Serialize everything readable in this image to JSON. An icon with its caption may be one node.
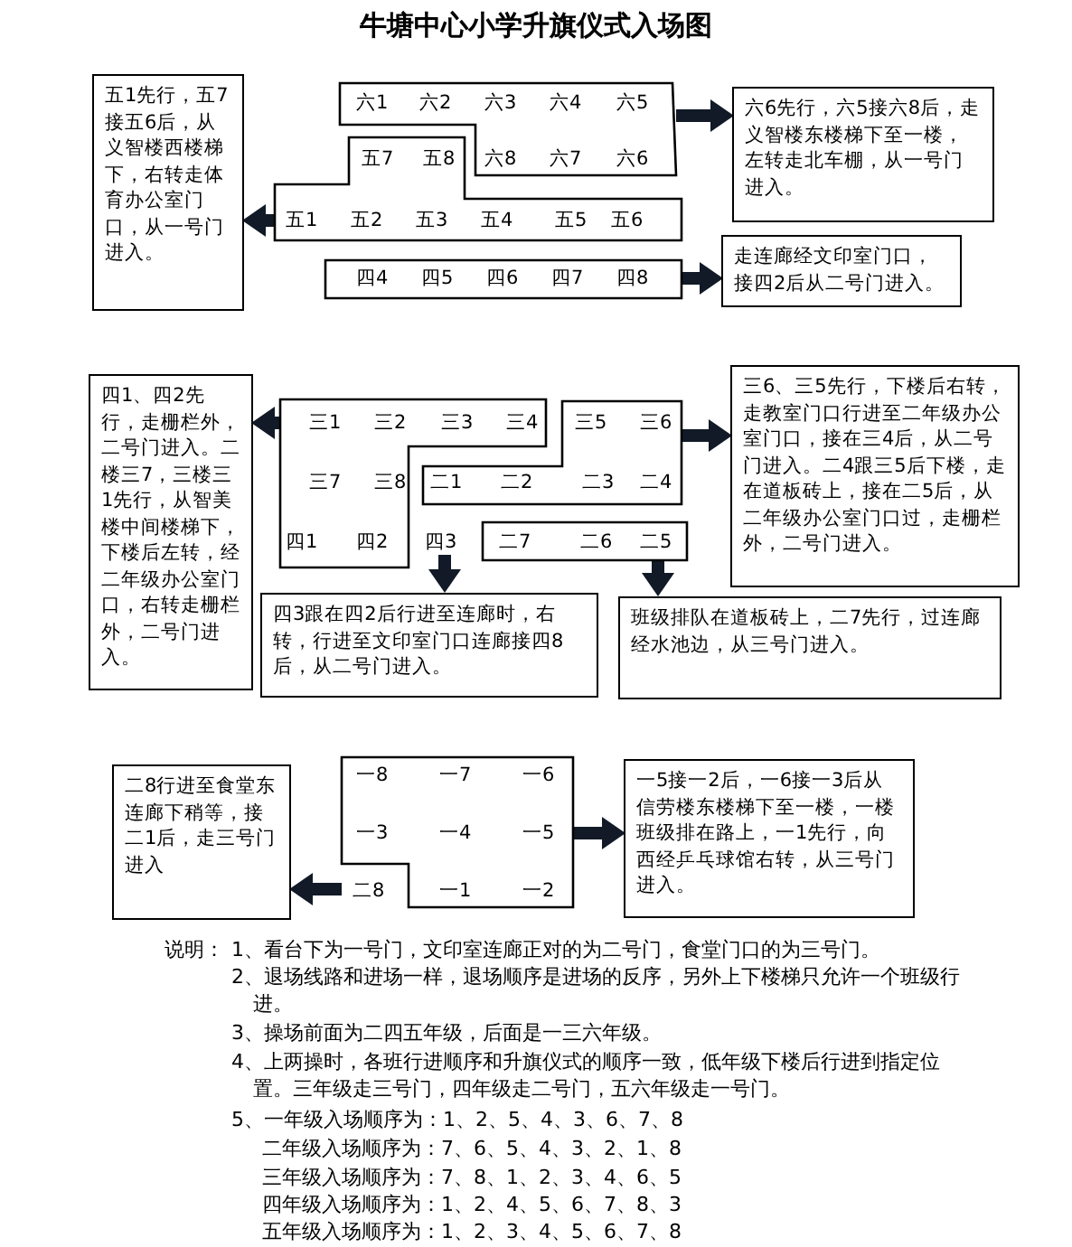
{
  "diagram": {
    "title": "牛塘中心小学升旗仪式入场图",
    "nodes": [
      {
        "text": [
          "五1先行，五7接五6后，从义智楼西楼梯下，右转走体育办公室门口，从一号门进入。"
        ]
      },
      {
        "text": [
          "六1",
          "六2",
          "六3",
          "六4",
          "六5",
          "六8",
          "六7",
          "六6"
        ]
      },
      {
        "text": [
          "五7",
          "五8",
          "五1",
          "五2",
          "五3",
          "五4",
          "五5",
          "五6"
        ]
      },
      {
        "text": [
          "四4",
          "四5",
          "四6",
          "四7",
          "四8"
        ]
      },
      {
        "text": [
          "六6先行，六5接六8后，走义智楼东楼梯下至一楼，左转走北车棚，从一号门进入。"
        ]
      },
      {
        "text": [
          "走连廊经文印室门口，接四2后从二号门进入。"
        ]
      },
      {
        "text": [
          "四1、四2先行，走栅栏外，二号门进入。二楼三7，三楼三1先行，从智美楼中间楼梯下，下楼后左转，经二年级办公室门口，右转走栅栏外，二号门进入。"
        ]
      },
      {
        "text": [
          "三1",
          "三2",
          "三3",
          "三4",
          "三7",
          "三8",
          "四1",
          "四2"
        ]
      },
      {
        "text": [
          "四3"
        ]
      },
      {
        "text": [
          "三5",
          "三6",
          "二1",
          "二2",
          "二3",
          "二4"
        ]
      },
      {
        "text": [
          "二7",
          "二6",
          "二5"
        ]
      },
      {
        "text": [
          "三6、三5先行，下楼后右转，走教室门口行进至二年级办公室门口，接在三4后，从二号门进入。二4跟三5后下楼，走在道板砖上，接在二5后，从二年级办公室门口过，走栅栏外，二号门进入。"
        ]
      },
      {
        "text": [
          "四3跟在四2后行进至连廊时，右转，行进至文印室门口连廊接四8后，从二号门进入。"
        ]
      },
      {
        "text": [
          "班级排队在道板砖上，二7先行，过连廊经水池边，从三号门进入。"
        ]
      },
      {
        "text": [
          "二8行进至食堂东连廊下稍等，接二1后，走三号门进入"
        ]
      },
      {
        "text": [
          "一8",
          "一7",
          "一6",
          "一3",
          "一4",
          "一5",
          "二8",
          "一1",
          "一2"
        ]
      },
      {
        "text": [
          "一5接一2后，一6接一3后从信劳楼东楼梯下至一楼，一楼班级排在路上，一1先行，向西经乒乓球馆右转，从三号门进入。"
        ]
      }
    ],
    "edges": [
      {
        "from": 1,
        "to": 4,
        "arrow": "to"
      },
      {
        "from": 2,
        "to": 0,
        "arrow": "to"
      },
      {
        "from": 3,
        "to": 5,
        "arrow": "to"
      },
      {
        "from": 7,
        "to": 6,
        "arrow": "to"
      },
      {
        "from": 9,
        "to": 11,
        "arrow": "to"
      },
      {
        "from": 8,
        "to": 12,
        "arrow": "to"
      },
      {
        "from": 10,
        "to": 13,
        "arrow": "to"
      },
      {
        "from": 15,
        "to": 16,
        "arrow": "to"
      },
      {
        "from": 15,
        "to": 14,
        "arrow": "to"
      }
    ],
    "labels": [
      "说明：",
      "1、看台下为一号门，文印室连廊正对的为二号门，食堂门口的为三号门。",
      "2、退场线路和进场一样，退场顺序是进场的反序，另外上下楼梯只允许一个班级行进。",
      "3、操场前面为二四五年级，后面是一三六年级。",
      "4、上两操时，各班行进顺序和升旗仪式的顺序一致，低年级下楼后行进到指定位置。三年级走三号门，四年级走二号门，五六年级走一号门。",
      "5、一年级入场顺序为：1、2、5、4、3、6、7、8",
      "二年级入场顺序为：7、6、5、4、3、2、1、8",
      "三年级入场顺序为：7、8、1、2、3、4、6、5",
      "四年级入场顺序为：1、2、4、5、6、7、8、3",
      "五年级入场顺序为：1、2、3、4、5、6、7、8"
    ]
  }
}
